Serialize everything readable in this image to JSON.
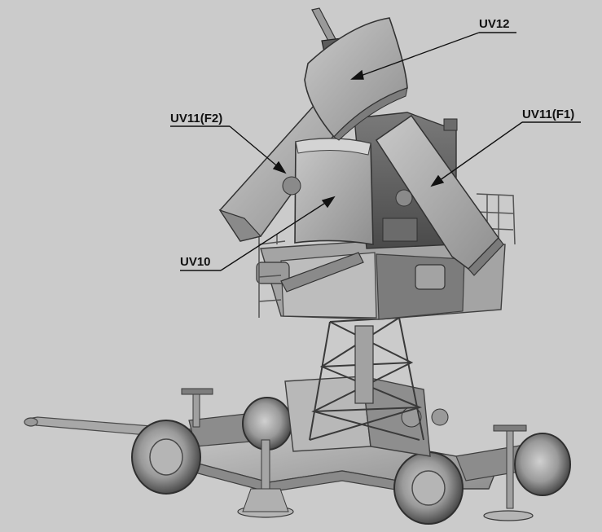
{
  "labels": {
    "uv12": "UV12",
    "uv11_f2": "UV11(F2)",
    "uv11_f1": "UV11(F1)",
    "uv10": "UV10"
  },
  "colors": {
    "background": "#cbcbcb",
    "panel_light": "#b9b9b9",
    "panel_mid": "#9c9c9c",
    "panel_dark": "#5e5e5e",
    "frame": "#3f3f3f",
    "callout_line": "#111111"
  }
}
